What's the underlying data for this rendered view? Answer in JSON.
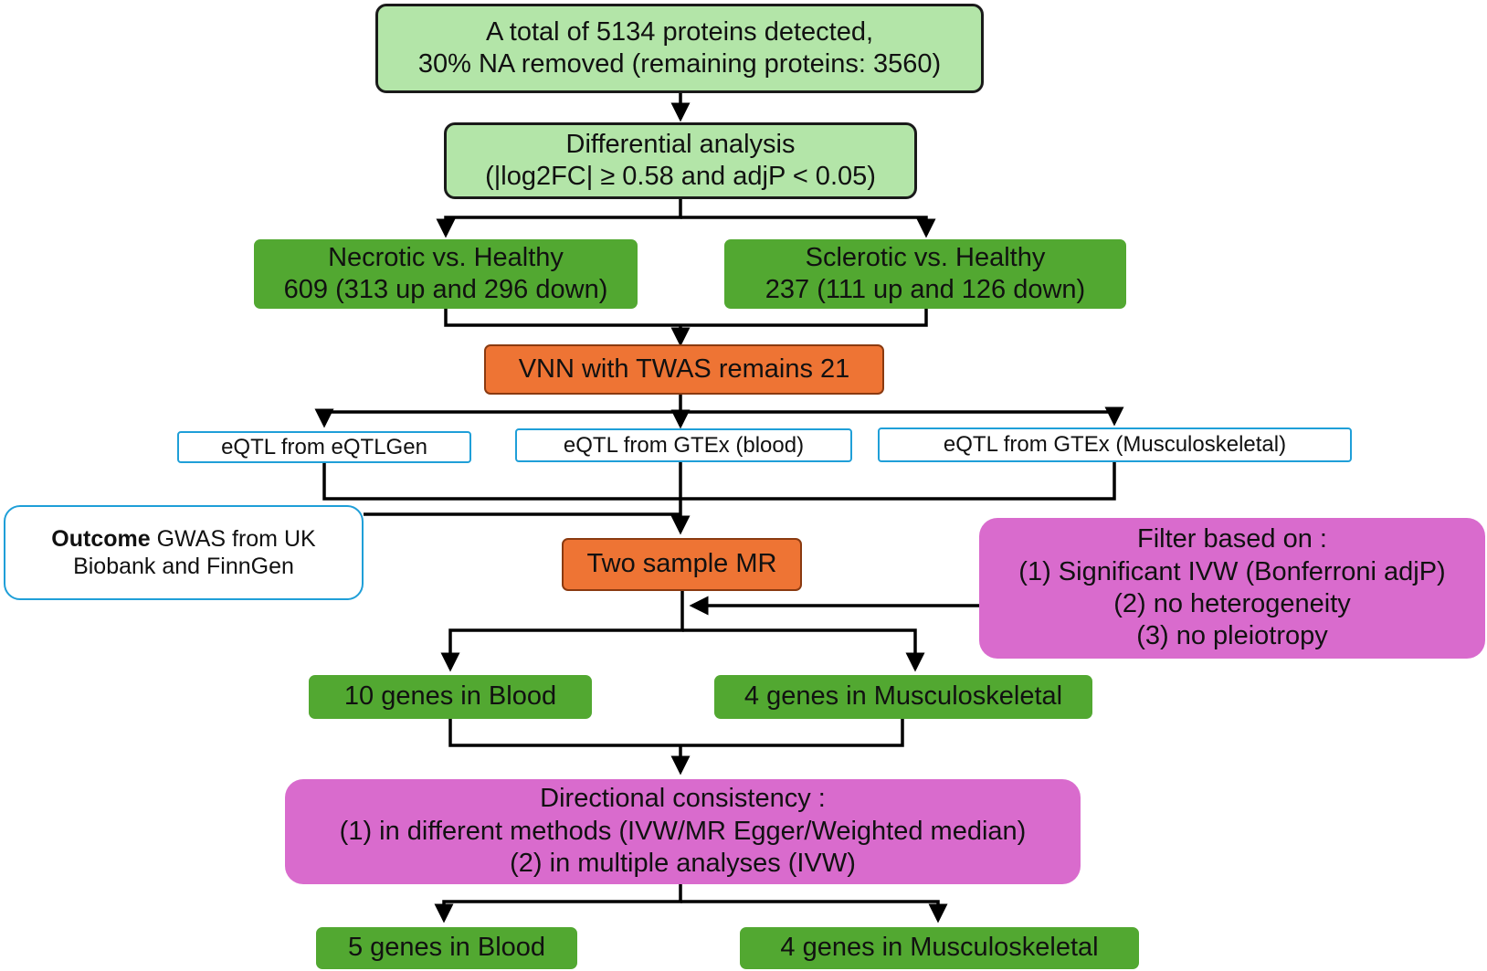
{
  "nodes": {
    "total": {
      "line1": "A total of 5134 proteins detected,",
      "line2": "30% NA removed (remaining proteins: 3560)"
    },
    "differential": {
      "line1": "Differential analysis",
      "line2": "(|log2FC| ≥ 0.58 and adjP < 0.05)"
    },
    "necrotic": {
      "line1": "Necrotic vs. Healthy",
      "line2": "609 (313 up and 296 down)"
    },
    "sclerotic": {
      "line1": "Sclerotic vs. Healthy",
      "line2": "237 (111 up and 126 down)"
    },
    "vnn": {
      "label": "VNN with TWAS remains 21"
    },
    "eqtl_gen": {
      "label": "eQTL from eQTLGen"
    },
    "eqtl_blood": {
      "label": "eQTL from GTEx (blood)"
    },
    "eqtl_musc": {
      "label": "eQTL from GTEx (Musculoskeletal)"
    },
    "outcome": {
      "bold": "Outcome",
      "rest": " GWAS from UK",
      "line2": "Biobank and FinnGen"
    },
    "two_sample_mr": {
      "label": "Two sample MR"
    },
    "filter": {
      "title": "Filter based on :",
      "items": [
        "(1) Significant IVW (Bonferroni adjP)",
        "(2) no heterogeneity",
        "(3) no pleiotropy"
      ]
    },
    "blood10": {
      "label": "10 genes in Blood"
    },
    "musc4a": {
      "label": "4 genes in Musculoskeletal"
    },
    "directional": {
      "title": "Directional consistency :",
      "items": [
        "(1) in different methods (IVW/MR Egger/Weighted median)",
        "(2) in multiple analyses (IVW)"
      ]
    },
    "blood5": {
      "label": "5 genes in Blood"
    },
    "musc4b": {
      "label": "4 genes in Musculoskeletal"
    }
  },
  "colors": {
    "light_green": "#b3e5a8",
    "dark_green": "#52a831",
    "orange": "#ee7434",
    "pink": "#d96bcd",
    "eqtl_border": "#1f9fd8",
    "line": "#000000"
  }
}
